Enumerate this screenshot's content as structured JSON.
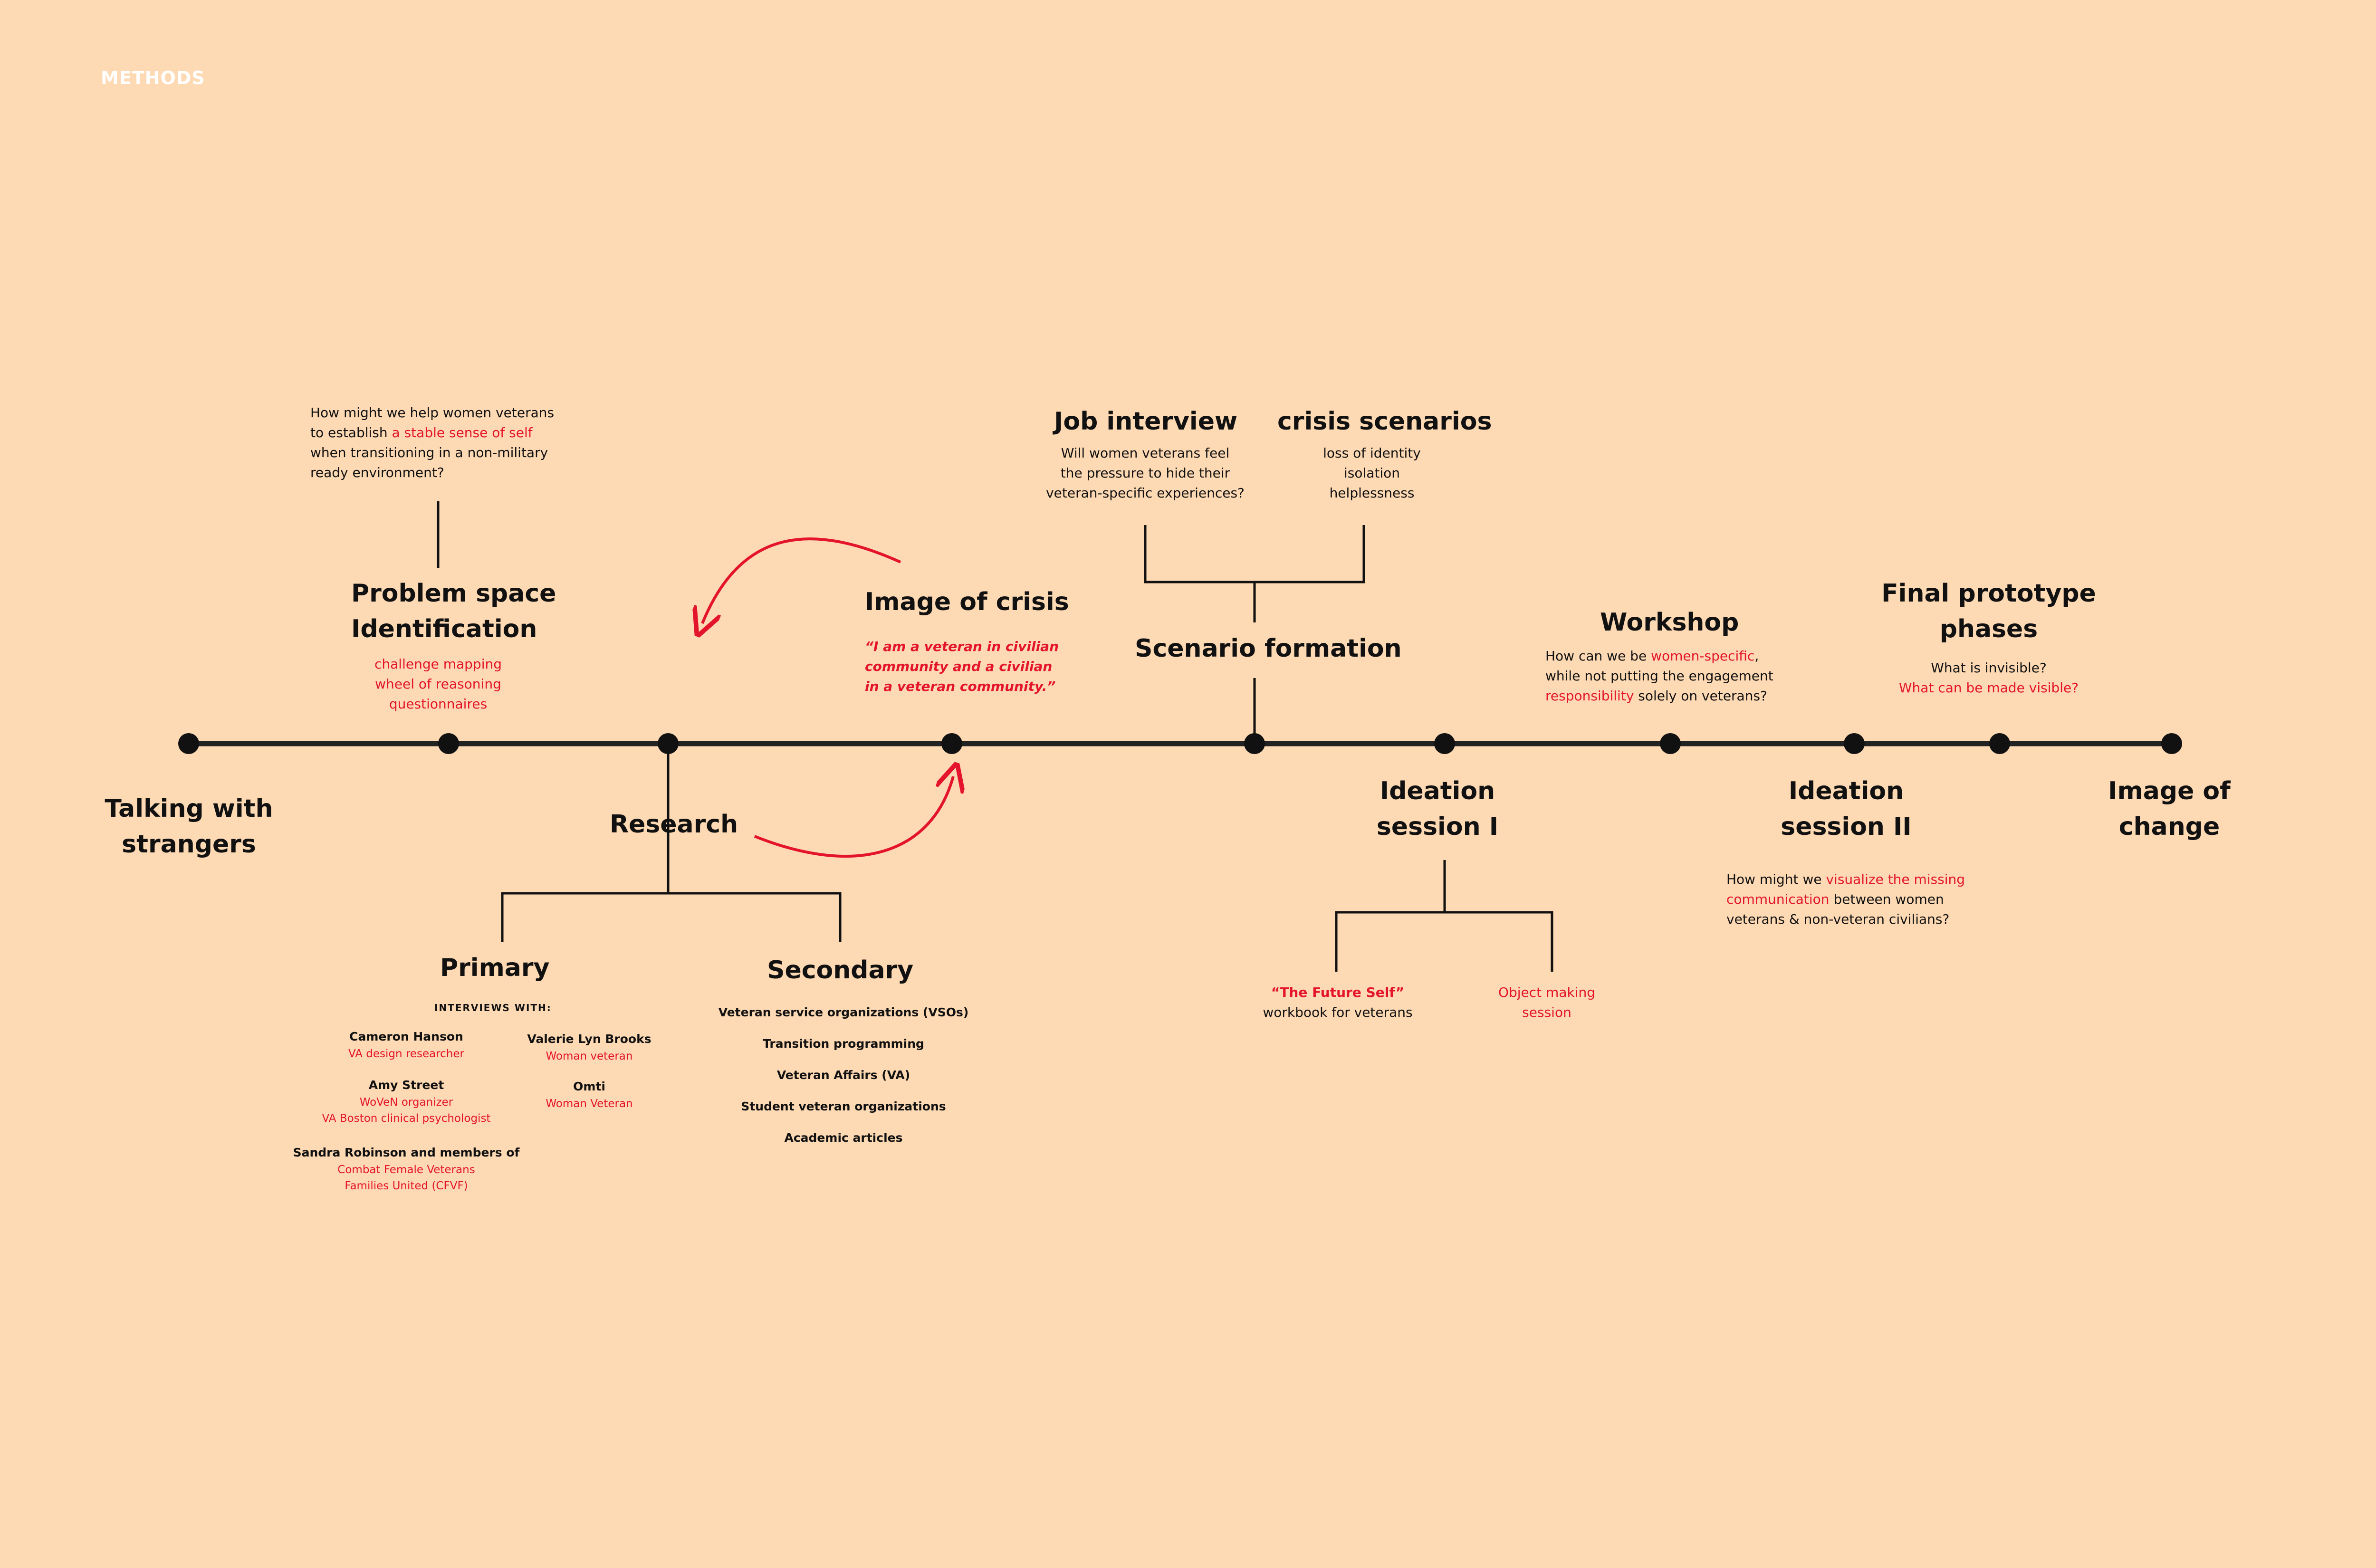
{
  "header": {
    "label": "METHODS"
  },
  "colors": {
    "background": "#FDD9B4",
    "accent": "#E3142B",
    "ink": "#111111",
    "header": "#ffffff"
  },
  "nodes": {
    "talking": {
      "title_1": "Talking with",
      "title_2": "strangers"
    },
    "problem": {
      "question_1": "How might we help women veterans",
      "question_2a": "to establish ",
      "question_2b": "a stable sense of self",
      "question_3": "when transitioning in a non-military",
      "question_4": "ready environment?",
      "title_1": "Problem space",
      "title_2": "Identification",
      "methods": [
        "challenge mapping",
        "wheel of reasoning",
        "questionnaires"
      ]
    },
    "research": {
      "title": "Research",
      "primary": {
        "title": "Primary",
        "subtitle": "INTERVIEWS WITH:",
        "people": [
          {
            "name": "Cameron Hanson",
            "role": "VA design researcher"
          },
          {
            "name": "Amy Street",
            "role": "WoVeN organizer",
            "role_2": "VA Boston clinical psychologist"
          },
          {
            "name": "Sandra Robinson and members of",
            "role": "Combat Female Veterans",
            "role_2": "Families United (CFVF)"
          },
          {
            "name": "Valerie Lyn Brooks",
            "role": "Woman veteran"
          },
          {
            "name": "Omti",
            "role": "Woman Veteran"
          }
        ]
      },
      "secondary": {
        "title": "Secondary",
        "items": [
          "Veteran service organizations (VSOs)",
          "Transition programming",
          "Veteran Affairs (VA)",
          "Student veteran organizations",
          "Academic articles"
        ]
      }
    },
    "crisis": {
      "title": "Image of crisis",
      "quote_1": "“I am a veteran in civilian",
      "quote_2": "community and a civilian",
      "quote_3": "in a veteran community.”"
    },
    "scenario": {
      "title": "Scenario formation",
      "job": {
        "title": "Job interview",
        "lines": [
          "Will women veterans feel",
          "the pressure to hide their",
          "veteran-specific experiences?"
        ]
      },
      "crisis_scenarios": {
        "title": "crisis scenarios",
        "lines": [
          "loss of identity",
          "isolation",
          "helplessness"
        ]
      }
    },
    "ideation1": {
      "title_1": "Ideation",
      "title_2": "session I",
      "future_self_1": "“The Future Self”",
      "future_self_2": "workbook for veterans",
      "object_1": "Object making",
      "object_2": "session"
    },
    "workshop": {
      "title": "Workshop",
      "line_1a": "How can we be ",
      "line_1b": "women-specific",
      "line_1c": ",",
      "line_2": "while not putting the engagement",
      "line_3a": "responsibility",
      "line_3b": " solely on veterans?"
    },
    "ideation2": {
      "title_1": "Ideation",
      "title_2": "session II",
      "line_1a": "How might we ",
      "line_1b": "visualize the missing",
      "line_2a": "communication",
      "line_2b": " between women",
      "line_3": "veterans & non-veteran civilians?"
    },
    "final": {
      "title_1": "Final prototype",
      "title_2": "phases",
      "line_1": "What is invisible?",
      "line_2": "What can be made visible?"
    },
    "change": {
      "title_1": "Image of",
      "title_2": "change"
    }
  }
}
